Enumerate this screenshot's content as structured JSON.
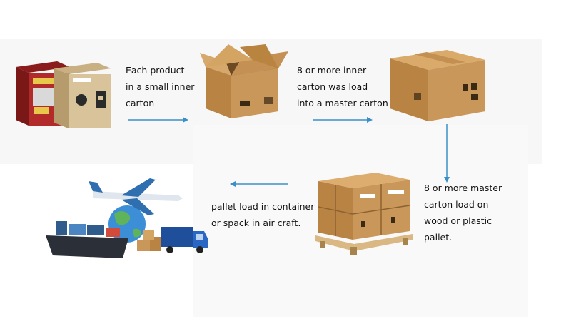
{
  "steps": [
    {
      "lines": [
        "Each product",
        "in a small inner",
        "carton"
      ]
    },
    {
      "lines": [
        "8 or more inner",
        "carton was load",
        "into a master carton"
      ]
    },
    {
      "lines": [
        "8 or more master",
        "carton load on",
        "wood or plastic",
        "pallet."
      ]
    },
    {
      "lines": [
        "pallet load in container",
        "or spack in air craft."
      ]
    }
  ],
  "colors": {
    "arrow": "#3a8fc9",
    "carton": "#c9975a",
    "carton_dark": "#a87838",
    "product_red": "#b22a2a",
    "product_tan": "#d8c39a",
    "plane": "#2f6fb0",
    "ship": "#2f5c8a",
    "truck": "#1f4e9a"
  },
  "icons": [
    "product-box-icon",
    "open-carton-icon",
    "closed-carton-icon",
    "pallet-icon",
    "logistics-icon"
  ]
}
